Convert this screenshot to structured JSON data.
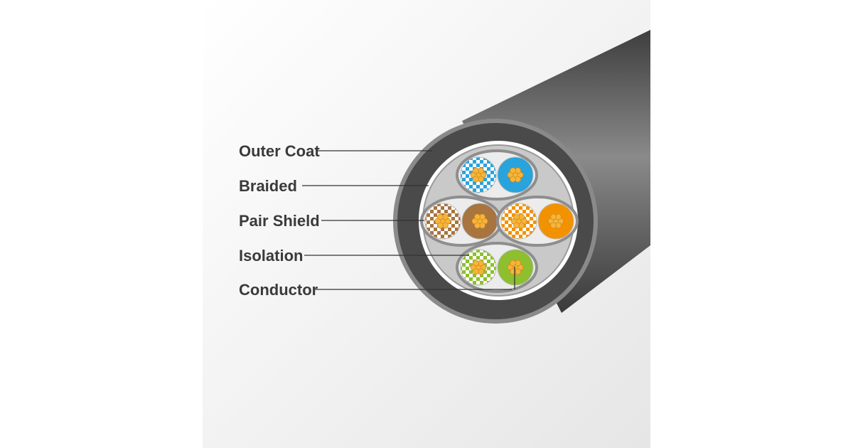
{
  "labels": [
    "Outer Coat",
    "Braided",
    "Pair Shield",
    "Isolation",
    "Conductor"
  ],
  "colors": {
    "jacket": "#4a4a4a",
    "blue": "#29a3dc",
    "brown": "#a8743f",
    "orange": "#f39200",
    "green": "#8dbf2e",
    "copper": "#f5b53a"
  },
  "pairs": [
    {
      "name": "blue-pair",
      "color": "blue"
    },
    {
      "name": "brown-pair",
      "color": "brown"
    },
    {
      "name": "orange-pair",
      "color": "orange"
    },
    {
      "name": "green-pair",
      "color": "green"
    }
  ]
}
